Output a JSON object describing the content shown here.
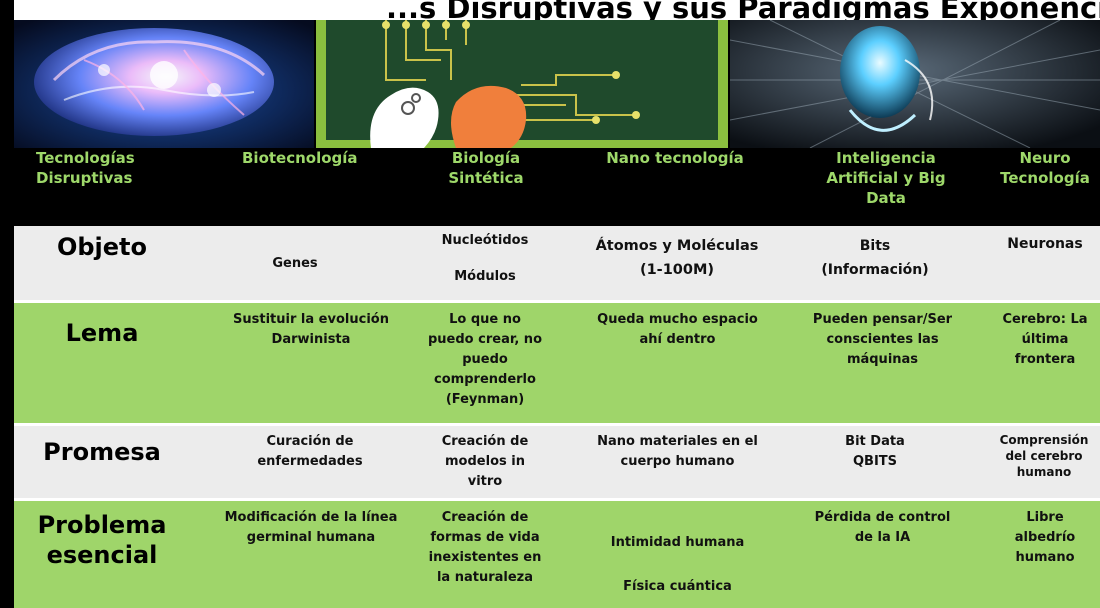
{
  "title": "...s Disruptivas y sus Paradigmas Exponenciales",
  "headers": [
    "Tecnologías Disruptivas",
    "Biotecnología",
    "Biología Sintética",
    "Nano tecnología",
    "Inteligencia Artificial y Big Data",
    "Neuro Tecnología"
  ],
  "rows": [
    {
      "label": "Objeto",
      "cells": [
        "Genes",
        "Nucleótidos\n\nMódulos",
        "Átomos y Moléculas\n(1-100M)",
        "Bits\n(Información)",
        "Neuronas"
      ]
    },
    {
      "label": "Lema",
      "cells": [
        "Sustituir la evolución\nDarwinista",
        "Lo que no\npuedo crear, no\npuedo\ncomprenderlo\n(Feynman)",
        "Queda mucho espacio\nahí dentro",
        "Pueden pensar/Ser\nconscientes las\nmáquinas",
        "Cerebro: La\núltima\nfrontera"
      ]
    },
    {
      "label": "Promesa",
      "cells": [
        "Curación de\nenfermedades",
        "Creación de\nmodelos in\nvitro",
        "Nano materiales en el\ncuerpo humano",
        "Bit Data\nQBITS",
        "Comprensión\ndel cerebro\nhumano"
      ]
    },
    {
      "label": "Problema\nesencial",
      "cells": [
        "Modificación de la línea\ngerminal humana",
        "Creación de\nformas de vida\ninexistentes en\nla naturaleza",
        "Intimidad humana\n\nFísica cuántica",
        "Pérdida de control\nde la IA",
        "Libre\nalbedrío\nhumano"
      ]
    }
  ],
  "images": [
    "brain-glow-image",
    "ai-circuit-head-image",
    "robot-head-image"
  ],
  "colors": {
    "header_text": "#9ed86a",
    "row_grey": "#ececec",
    "row_green": "#9fd56a",
    "background": "#000000"
  }
}
